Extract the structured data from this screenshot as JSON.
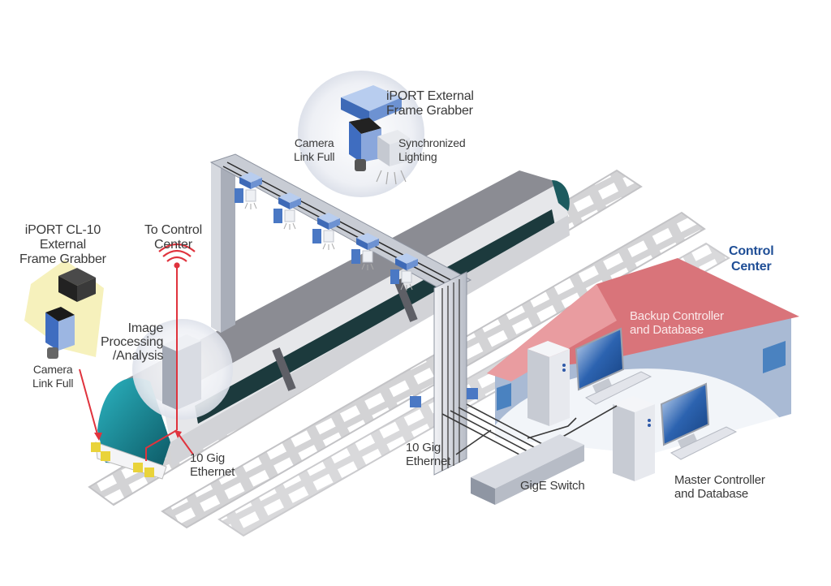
{
  "diagram": {
    "title": "Train inspection imaging system network diagram",
    "colors": {
      "signal_red": "#e0333d",
      "control_center_blue": "#1f4e96",
      "roof_red": "#d9747a",
      "device_blue": "#4a78c4",
      "rail_gray": "#c9c9cb",
      "train_gray": "#8c8c92",
      "train_nose_teal": "#1d8a96",
      "highlight_yellow": "#f4eeb0"
    },
    "labels": {
      "iport_external": [
        "iPORT External",
        "Frame Grabber"
      ],
      "camera_link_top": [
        "Camera",
        "Link Full"
      ],
      "sync_lighting": [
        "Synchronized",
        "Lighting"
      ],
      "iport_cl10": [
        "iPORT CL-10",
        "External",
        "Frame Grabber"
      ],
      "camera_link_left": [
        "Camera",
        "Link Full"
      ],
      "to_control_center": [
        "To Control",
        "Center"
      ],
      "image_processing": [
        "Image",
        "Processing",
        "/Analysis"
      ],
      "ten_gig_left": [
        "10 Gig",
        "Ethernet"
      ],
      "ten_gig_right": [
        "10 Gig",
        "Ethernet"
      ],
      "gige_switch": [
        "GigE Switch"
      ],
      "control_center": [
        "Control",
        "Center"
      ],
      "backup_controller": [
        "Backup Controller",
        "and Database"
      ],
      "master_controller": [
        "Master Controller",
        "and Database"
      ]
    },
    "icons": {
      "wireless": "wireless-signal-icon",
      "camera": "camera-icon",
      "frame_grabber": "frame-grabber-icon",
      "light": "light-icon",
      "computer": "computer-icon",
      "switch": "network-switch-icon"
    },
    "gantry_camera_count": 5
  }
}
